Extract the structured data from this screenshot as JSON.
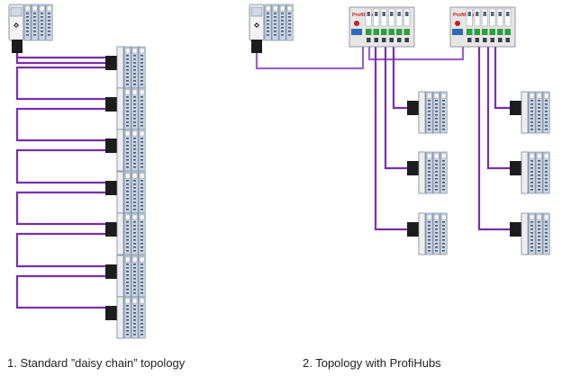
{
  "captions": {
    "daisy": "1. Standard ”daisy chain” topology",
    "hubs": "2. Topology with ProfiHubs"
  },
  "hub_labels": {
    "left": "ProfiHub",
    "right": "ProfiHub"
  },
  "colors": {
    "cable": "#7a2fa8",
    "cable_light": "#9a63c8",
    "connector": "#1c1c1c",
    "device_face": "#eeeeee",
    "module_body": "#c9d4e4",
    "hub_body": "#e6e6e6",
    "hub_brand": "#c2201a",
    "hub_terminal": "#2f9e3f"
  },
  "diagram": {
    "daisy_chain_devices": 7,
    "profihub_count": 2,
    "devices_per_hub": 3
  }
}
